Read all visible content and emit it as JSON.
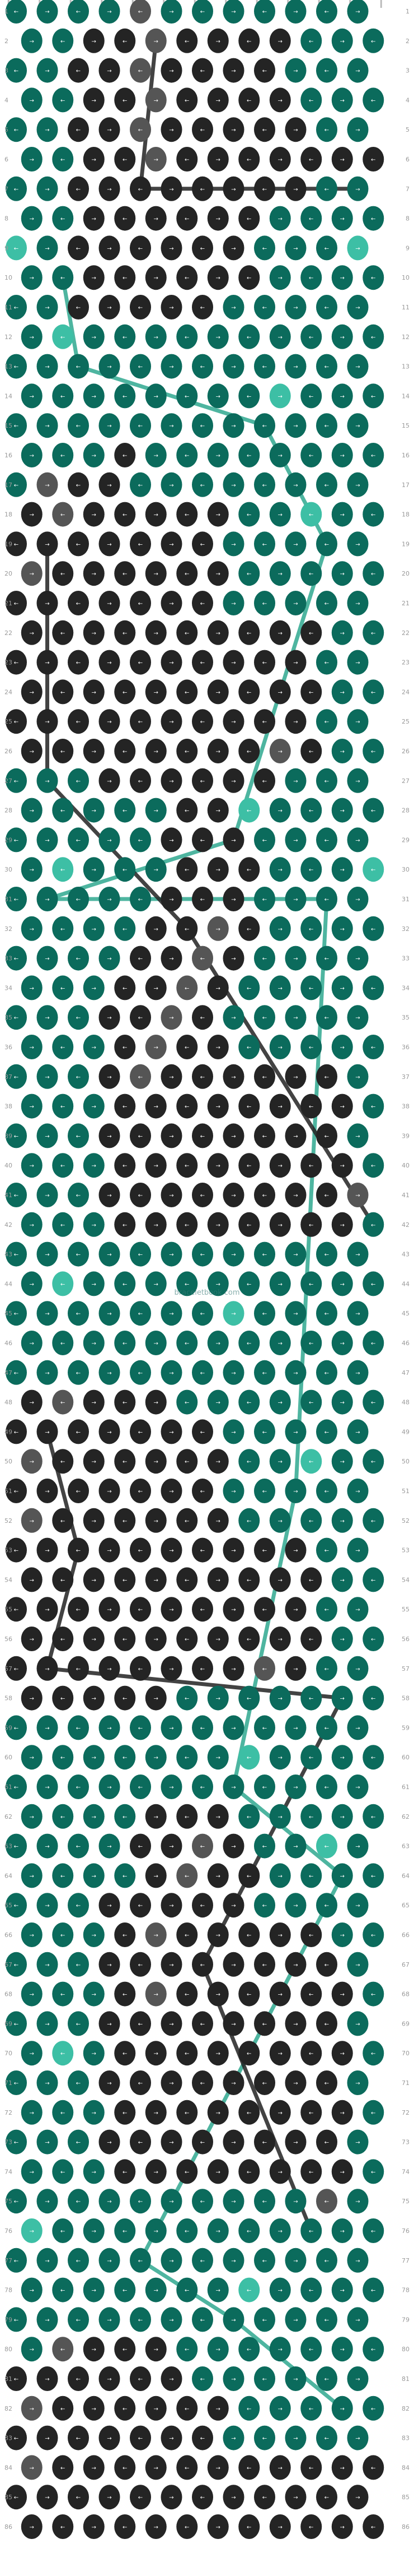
{
  "watermark": "braceletbook.com",
  "colors": {
    "background": "#ffffff",
    "teal_dark": "#0b6b5c",
    "teal_light": "#3dbfa5",
    "black": "#242424",
    "gray": "#555555",
    "string_teal": "#136a5e",
    "string_light": "#2fa88f",
    "string_black": "#222222"
  },
  "pattern": {
    "rows": 86,
    "columns": 12,
    "strings": 13,
    "row_numbers_left": [
      "1",
      "2",
      "3",
      "4",
      "5",
      "6",
      "7",
      "8",
      "9",
      "10",
      "11",
      "12",
      "13",
      "14",
      "15",
      "16",
      "17",
      "18",
      "19",
      "20",
      "21",
      "22",
      "23",
      "24",
      "25",
      "26",
      "27",
      "28",
      "29",
      "30",
      "31",
      "32",
      "33",
      "34",
      "35",
      "36",
      "37",
      "38",
      "39",
      "40",
      "41",
      "42",
      "43",
      "44",
      "45",
      "46",
      "47",
      "48",
      "49",
      "50",
      "51",
      "52",
      "53",
      "54",
      "55",
      "56",
      "57",
      "58",
      "59",
      "60",
      "61",
      "62",
      "63",
      "64",
      "65",
      "66",
      "67",
      "68",
      "69",
      "70",
      "71",
      "72",
      "73",
      "74",
      "75",
      "76",
      "77",
      "78",
      "79",
      "80",
      "81",
      "82",
      "83",
      "84",
      "85",
      "86"
    ],
    "row_numbers_right": [
      "1",
      "2",
      "3",
      "4",
      "5",
      "6",
      "7",
      "8",
      "9",
      "10",
      "11",
      "12",
      "13",
      "14",
      "15",
      "16",
      "17",
      "18",
      "19",
      "20",
      "21",
      "22",
      "23",
      "24",
      "25",
      "26",
      "27",
      "28",
      "29",
      "30",
      "31",
      "32",
      "33",
      "34",
      "35",
      "36",
      "37",
      "38",
      "39",
      "40",
      "41",
      "42",
      "43",
      "44",
      "45",
      "46",
      "47",
      "48",
      "49",
      "50",
      "51",
      "52",
      "53",
      "54",
      "55",
      "56",
      "57",
      "58",
      "59",
      "60",
      "61",
      "62",
      "63",
      "64",
      "65",
      "66",
      "67",
      "68",
      "69",
      "70",
      "71",
      "72",
      "73",
      "74",
      "75",
      "76",
      "77",
      "78",
      "79",
      "80",
      "81",
      "82",
      "83",
      "84",
      "85",
      "86"
    ],
    "knot_legend": {
      "T": "teal_dark",
      "L": "teal_light",
      "K": "black",
      "G": "gray"
    },
    "grid": [
      "TTTTGTTTTTTT",
      "TTKKGKKKKTTT",
      "TTKKGKKKKTTT",
      "TTKKGKKKKTTT",
      "TTKKGKKKKKTT",
      "TTKKGKKKKKKK",
      "TTKKKKKKKKTT",
      "TTKKKKKKTTTT",
      "LTKKKKKKTTTL",
      "TTKKKKKKTTTT",
      "TTKKKKKTTTTT",
      "TLTTTTTTTTTT",
      "TTTTTTTTTTTT",
      "TTTTTTTTLTTT",
      "TTTTTTTTTTTT",
      "TTTKTTTTTTTT",
      "TGKKTTTTTTTT",
      "KGKKKKKTTLTT",
      "KKKKKKKTTTTT",
      "GKKKKKKTTTTT",
      "KKKKKKKTTTTT",
      "KKKKKKKKKKTT",
      "KKKKKKKKKKTT",
      "KKKKKKKKKKTT",
      "KKKKKKKKKKTT",
      "KKKKKKKKGKTT",
      "TTTKKKKKKTTT",
      "TTTTTKKLTTTT",
      "TTTTTKKKTTTT",
      "TLTTTKKKTTTL",
      "TTTTTKKKTTTT",
      "TTTTKKGKTTTT",
      "TTTTKKGKTTTT",
      "TTTKKGKTTTTT",
      "TTTKKGKTTTTT",
      "TTTKGKKTTTTT",
      "TTTKGKKKKKKT",
      "TTTKKKKKKKKT",
      "TTTKKKKKKKKT",
      "TTTKKKKKKKKT",
      "TTTKKKKKKKKG",
      "TTTKKKKKKKKT",
      "TTTTTTTTTTTT",
      "TLTTTTTTTTTT",
      "TTTTTTTLTTTT",
      "TTTTTTTTTTTT",
      "TTTTTTTTTTTT",
      "KGKKKTTTTTTT",
      "KKKKKKKTTTTT",
      "GKKKKKKTTLTT",
      "KKKKKKKTTTTT",
      "GKKKKKKTTTTT",
      "KKKKKKKKKKTT",
      "KKKKKKKKKKTT",
      "KKKKKKKKKKTT",
      "KKKKKKKKKKTT",
      "KKKKKKKKGKTT",
      "KKKKKTTTTTTT",
      "TTTTTTTTTTTT",
      "TTTTTTTLTTTT",
      "TTTTTTTTTTTT",
      "TTTTKKKTTTTT",
      "TTTTKKGKTTLT",
      "TTTTKGKKTTTT",
      "TTTKKKKKTTTT",
      "TTTKGKKKKKTT",
      "TTTKKKKKKKKT",
      "TTTKGKKKKKKT",
      "TTTKKKKKKKKT",
      "TLTKKKKKKKKT",
      "TTTKKKKKKKKT",
      "TTTKKKKKKKKT",
      "TTTKKKKKKKKT",
      "TTTKKKKKKKKT",
      "TTTTTTTTTTGT",
      "LTTTTTTTTTTT",
      "TTTTTTTTTTTT",
      "TTTTTTTLTTTT",
      "TTTTTTTTTTTT",
      "TGKKKTTTTTTT",
      "KKKKKKTTTTTT",
      "GKKKKKKTTTTT",
      "KKKKKKKTTTTT",
      "GKKKKKKKKKKK",
      "KKKKKKKKKKKK",
      "KKKKKKKKKKKK"
    ],
    "traces": [
      {
        "color": "string_black",
        "points": [
          [
            4,
            1
          ],
          [
            4,
            6
          ],
          [
            11,
            6
          ]
        ]
      },
      {
        "color": "string_light",
        "points": [
          [
            1,
            9
          ],
          [
            2,
            12
          ],
          [
            8,
            14
          ],
          [
            10,
            18
          ],
          [
            7,
            28
          ],
          [
            1,
            30
          ],
          [
            10,
            30
          ],
          [
            9,
            50
          ],
          [
            7,
            60
          ],
          [
            10,
            63
          ],
          [
            4,
            76
          ],
          [
            7,
            78
          ],
          [
            10,
            81
          ]
        ]
      },
      {
        "color": "string_black",
        "points": [
          [
            1,
            18
          ],
          [
            1,
            26
          ],
          [
            5,
            31
          ],
          [
            11,
            41
          ]
        ]
      },
      {
        "color": "string_black",
        "points": [
          [
            1,
            48
          ],
          [
            2,
            52
          ],
          [
            1,
            56
          ],
          [
            10,
            57
          ],
          [
            6,
            66
          ],
          [
            9,
            75
          ]
        ]
      }
    ]
  }
}
